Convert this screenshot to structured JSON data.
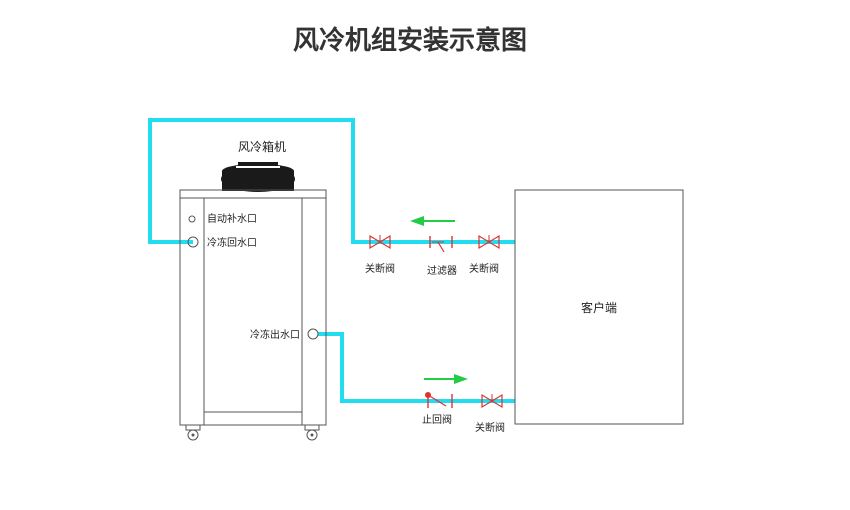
{
  "title": "风冷机组安装示意图",
  "labels": {
    "fan_unit": "风冷箱机",
    "auto_fill_inlet": "自动补水口",
    "chilled_return_inlet": "冷冻回水口",
    "chilled_outlet": "冷冻出水口",
    "customer_side": "客户端",
    "shutoff_valve": "关断阀",
    "filter": "过滤器",
    "check_valve": "止回阀"
  },
  "colors": {
    "pipe": "#22ddf0",
    "arrow": "#22cc44",
    "valve": "#e03030",
    "outline": "#555555",
    "fan": "#1a1a1a"
  }
}
